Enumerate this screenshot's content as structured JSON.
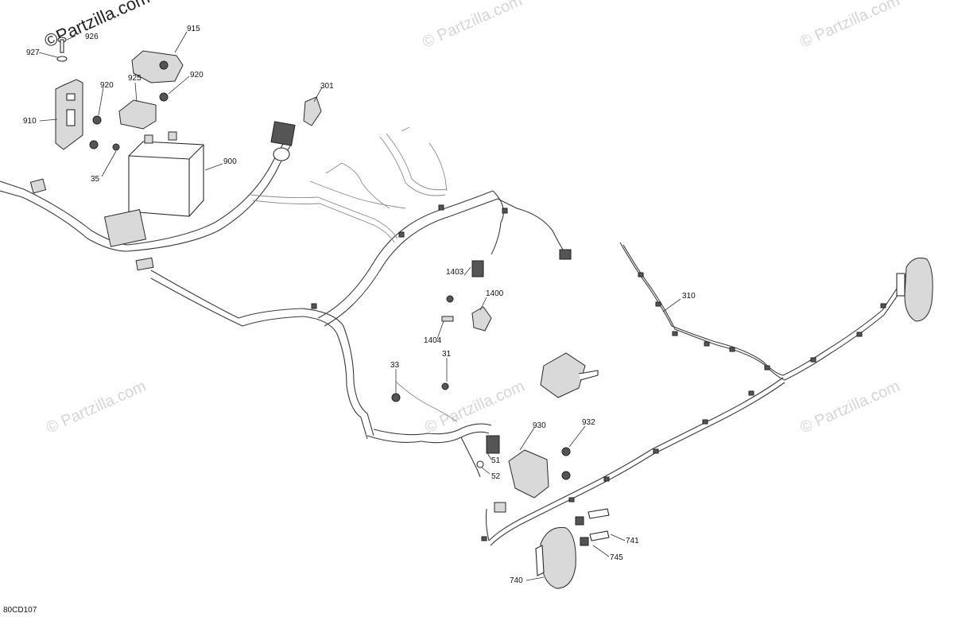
{
  "watermarks": {
    "top_left": "©Partzilla.com",
    "repeat": "© Partzilla.com"
  },
  "diagram_code": "80CD107",
  "callouts": {
    "c926": "926",
    "c927": "927",
    "c915": "915",
    "c920a": "920",
    "c920b": "920",
    "c925": "925",
    "c910": "910",
    "c35": "35",
    "c900": "900",
    "c301": "301",
    "c1403": "1403",
    "c1400": "1400",
    "c1404": "1404",
    "c31": "31",
    "c33": "33",
    "c310": "310",
    "c930": "930",
    "c932": "932",
    "c51": "51",
    "c52": "52",
    "c741": "741",
    "c745": "745",
    "c740": "740"
  }
}
